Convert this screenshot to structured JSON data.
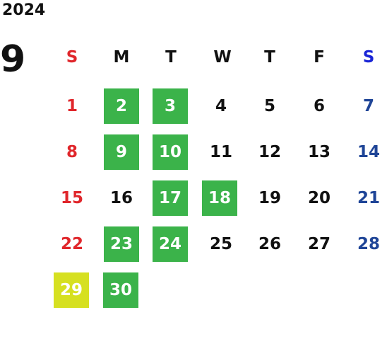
{
  "year": "2024",
  "month": "9",
  "colors": {
    "sunday": "#e0262b",
    "saturday_header": "#1a25d6",
    "saturday": "#1f4597",
    "highlight_green": "#3bb34a",
    "highlight_yellow": "#d6e021"
  },
  "weekdays": [
    "S",
    "M",
    "T",
    "W",
    "T",
    "F",
    "S"
  ],
  "weeks": [
    [
      "1",
      "2",
      "3",
      "4",
      "5",
      "6",
      "7"
    ],
    [
      "8",
      "9",
      "10",
      "11",
      "12",
      "13",
      "14"
    ],
    [
      "15",
      "16",
      "17",
      "18",
      "19",
      "20",
      "21"
    ],
    [
      "22",
      "23",
      "24",
      "25",
      "26",
      "27",
      "28"
    ],
    [
      "29",
      "30",
      "",
      "",
      "",
      "",
      ""
    ]
  ],
  "highlighted_green": [
    "2",
    "3",
    "9",
    "10",
    "17",
    "18",
    "23",
    "24",
    "30"
  ],
  "highlighted_yellow": [
    "29"
  ]
}
